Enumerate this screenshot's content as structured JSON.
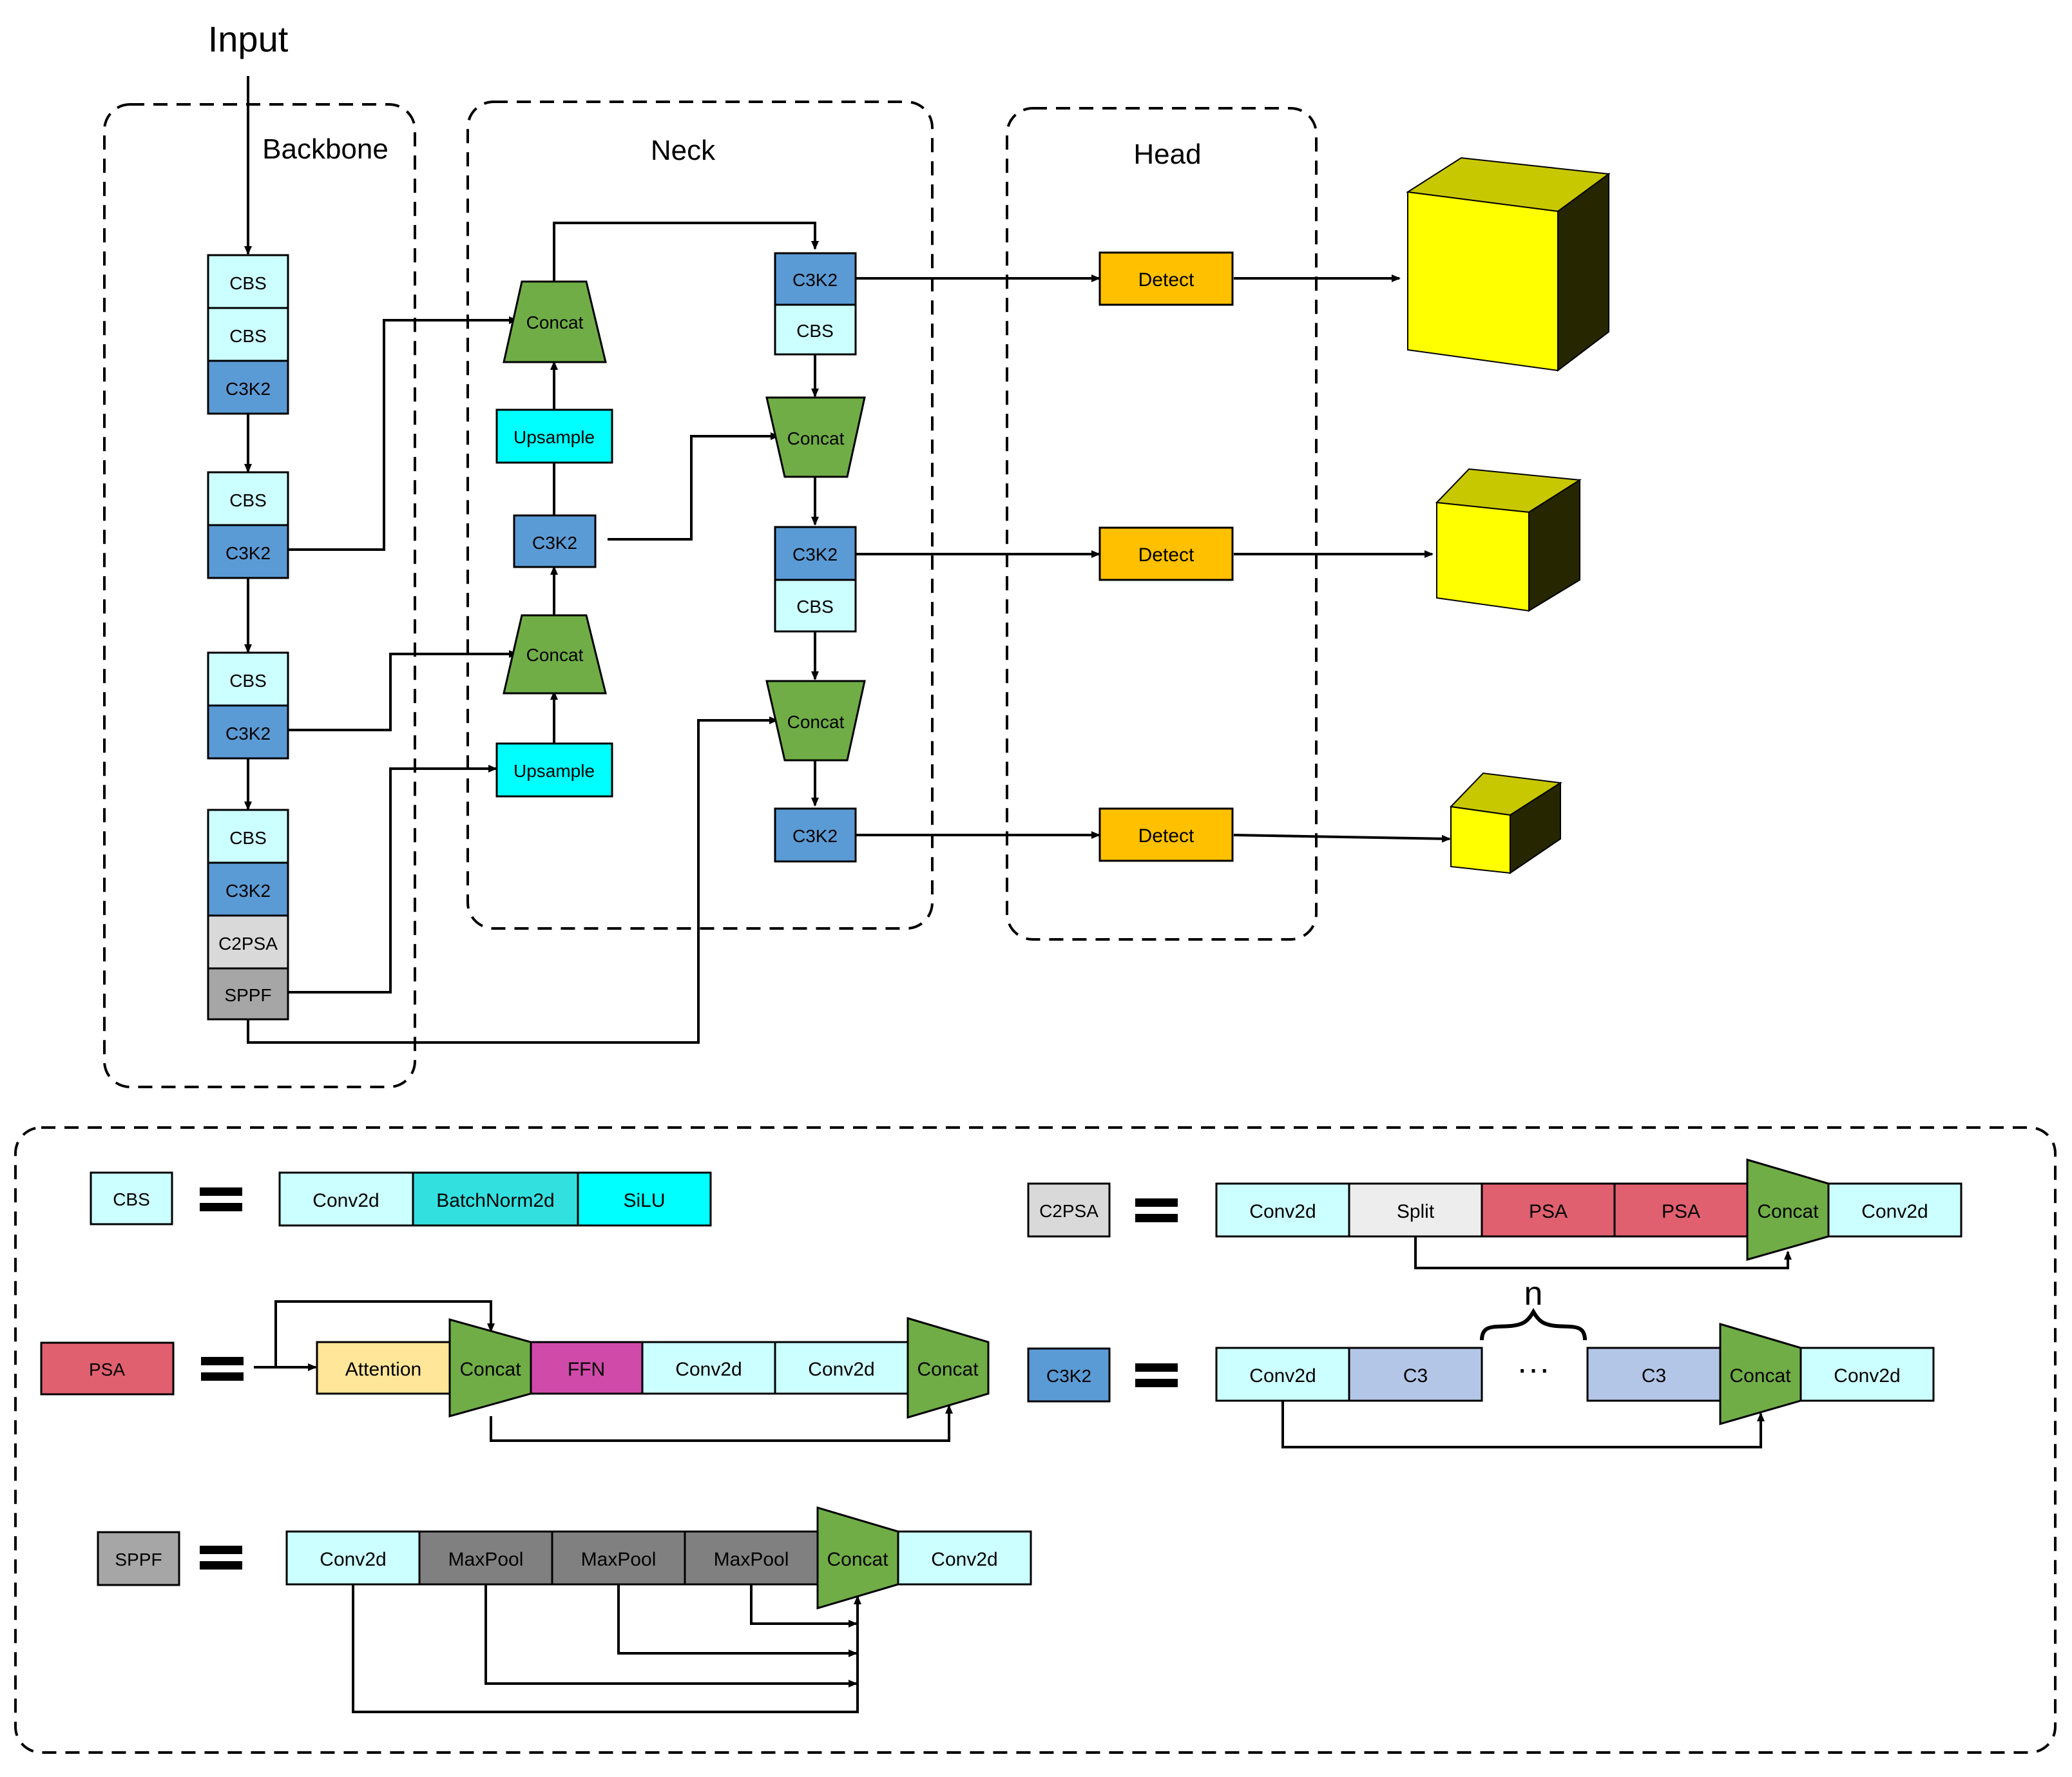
{
  "main": {
    "input_label": "Input",
    "groups": {
      "backbone": "Backbone",
      "neck": "Neck",
      "head": "Head"
    }
  },
  "labels": {
    "cbs": "CBS",
    "c3k2": "C3K2",
    "c2psa": "C2PSA",
    "sppf": "SPPF",
    "concat": "Concat",
    "upsample": "Upsample",
    "detect": "Detect",
    "conv2d": "Conv2d",
    "batchnorm2d": "BatchNorm2d",
    "silu": "SiLU",
    "split": "Split",
    "psa": "PSA",
    "attention": "Attention",
    "ffn": "FFN",
    "c3": "C3",
    "maxpool": "MaxPool",
    "n": "n",
    "ellipsis": "···"
  },
  "colors": {
    "cbs": "#ccffff",
    "c3k2": "#5b9bd5",
    "c2psa": "#d9d9d9",
    "sppf": "#a6a6a6",
    "upsample": "#00ffff",
    "concat": "#70ad47",
    "detect": "#ffc000",
    "psa": "#e06070",
    "attention": "#ffe699",
    "ffn": "#d04aaa",
    "c3": "#b4c6e7",
    "maxpool": "#808080",
    "split": "#ededed",
    "cube_front": "#ffff00",
    "cube_top": "#c8c800",
    "cube_side": "#262600"
  }
}
